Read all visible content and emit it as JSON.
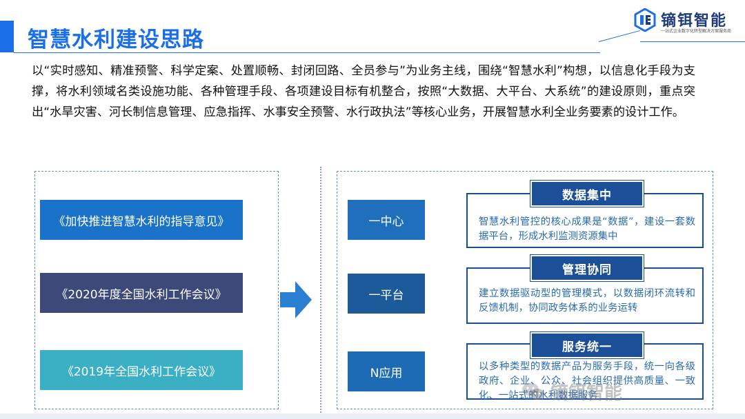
{
  "header": {
    "title": "智慧水利建设思路",
    "logo_name": "镝铒智能",
    "logo_tagline": "一站式企业数字化转型解决方案服务商"
  },
  "intro": "以“实时感知、精准预警、科学定案、处置顺畅、封闭回路、全员参与”为业务主线，围绕“智慧水利”构想，以信息化手段为支撑，将水利领域名类设施功能、各种管理手段、各项建设目标有机整合，按照“大数据、大平台、大系统”的建设原则，重点突出“水旱灾害、河长制信息管理、应急指挥、水事安全预警、水行政执法”等核心业务，开展智慧水利全业务要素的设计工作。",
  "documents": [
    {
      "label": "《加快推进智慧水利的指导意见》",
      "color": "#1a73c9"
    },
    {
      "label": "《2020年度全国水利工作会议》",
      "color": "#3d4a79"
    },
    {
      "label": "《2019年全国水利工作会议》",
      "color": "#3bb0c4"
    }
  ],
  "pillars": [
    {
      "label": "一中心",
      "tag": "数据集中",
      "text": "智慧水利管控的核心成果是“数据”，建设一套数据平台，形成水利监测资源集中"
    },
    {
      "label": "一平台",
      "tag": "管理协同",
      "text": "建立数据驱动型的管理模式，以数据闭环流转和反馈机制，协同政务体系的业务运转"
    },
    {
      "label": "N应用",
      "tag": "服务统一",
      "text": "以多种类型的数据产品为服务手段，统一向各级政府、企业、公众、社会组织提供高质量、一致化、一站式的水利数据服务"
    }
  ],
  "watermark": "镝铒智能",
  "colors": {
    "accent": "#1a6fe8",
    "navy": "#1b4f97"
  }
}
